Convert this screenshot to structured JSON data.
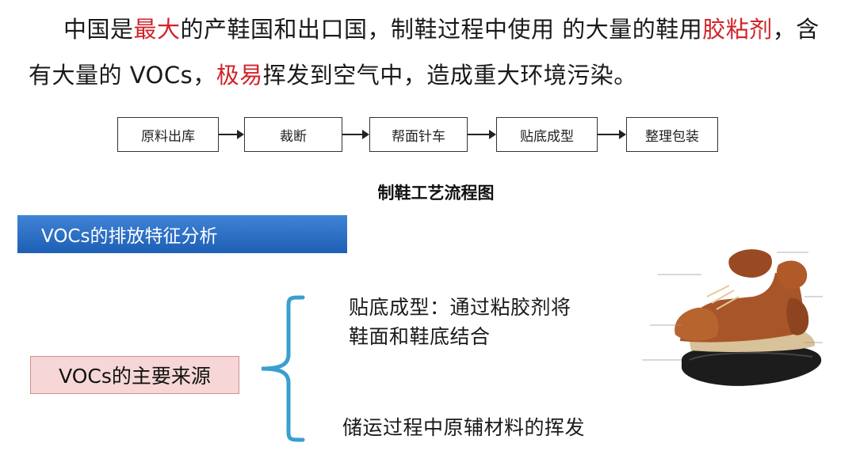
{
  "intro": {
    "segments": [
      {
        "text": "中国是",
        "highlight": false
      },
      {
        "text": "最大",
        "highlight": true
      },
      {
        "text": "的产鞋国和出口国，制鞋过程中使用 的大量的鞋用",
        "highlight": false
      },
      {
        "text": "胶粘剂",
        "highlight": true
      },
      {
        "text": "，含有大量的 VOCs，",
        "highlight": false
      },
      {
        "text": "极易",
        "highlight": true
      },
      {
        "text": "挥发到空气中，造成重大环境污染。",
        "highlight": false
      }
    ],
    "highlight_color": "#d2232a"
  },
  "flowchart": {
    "steps": [
      "原料出库",
      "裁断",
      "帮面针车",
      "贴底成型",
      "整理包装"
    ],
    "title": "制鞋工艺流程图"
  },
  "banner": {
    "label": "VOCs的排放特征分析",
    "color": "#2a6fc4"
  },
  "sources": {
    "main_label": "VOCs的主要来源",
    "item_1": "贴底成型：通过粘胶剂将鞋面和鞋底结合",
    "item_2": "储运过程中原辅材料的挥发",
    "brace_color": "#3a9fcf"
  },
  "illustration": {
    "icon": "exploded-shoe-diagram"
  }
}
